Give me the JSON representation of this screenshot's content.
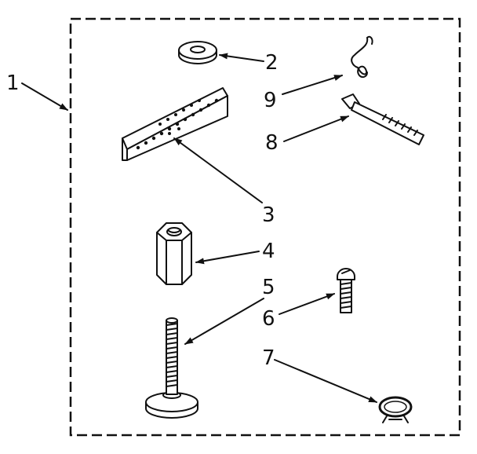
{
  "callouts": {
    "kit": "1",
    "washer": "2",
    "bracket": "3",
    "coupling_nut": "4",
    "leveling_leg": "5",
    "screw": "6",
    "clamp": "7",
    "cable_tie": "8",
    "clip": "9"
  }
}
